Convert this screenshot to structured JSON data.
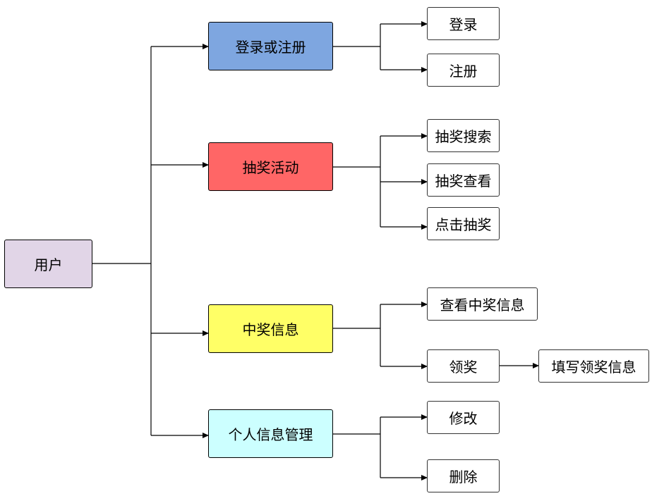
{
  "root": {
    "label": "用户",
    "color": "#e1d5e7"
  },
  "categories": [
    {
      "label": "登录或注册",
      "color": "#7ea6e0"
    },
    {
      "label": "抽奖活动",
      "color": "#ff6666"
    },
    {
      "label": "中奖信息",
      "color": "#ffff66"
    },
    {
      "label": "个人信息管理",
      "color": "#ccffff"
    }
  ],
  "leaves": {
    "login": "登录",
    "register": "注册",
    "lottery_search": "抽奖搜索",
    "lottery_view": "抽奖查看",
    "click_draw": "点击抽奖",
    "view_winning": "查看中奖信息",
    "claim_prize": "领奖",
    "fill_claim_info": "填写领奖信息",
    "modify": "修改",
    "delete": "删除"
  },
  "edge_color": "#000000"
}
